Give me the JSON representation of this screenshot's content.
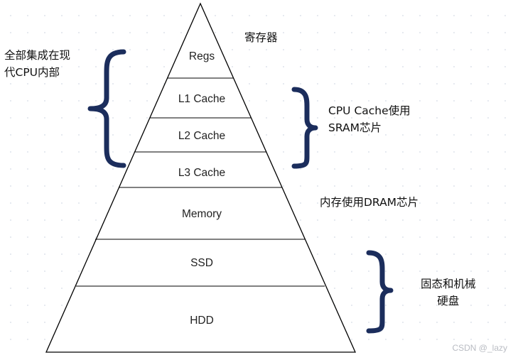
{
  "pyramid": {
    "layers": [
      {
        "id": "regs",
        "label": "Regs"
      },
      {
        "id": "l1",
        "label": "L1 Cache"
      },
      {
        "id": "l2",
        "label": "L2 Cache"
      },
      {
        "id": "l3",
        "label": "L3 Cache"
      },
      {
        "id": "memory",
        "label": "Memory"
      },
      {
        "id": "ssd",
        "label": "SSD"
      },
      {
        "id": "hdd",
        "label": "HDD"
      }
    ]
  },
  "annotations": {
    "top_left": {
      "line1": "全部集成在现",
      "line2": "代CPU内部"
    },
    "registers": "寄存器",
    "cpu_cache": {
      "line1": "CPU Cache使用",
      "line2": "SRAM芯片"
    },
    "memory": "内存使用DRAM芯片",
    "storage": {
      "line1": "固态和机械",
      "line2": "硬盘"
    }
  },
  "colors": {
    "brace": "#1b2d5c",
    "outline": "#000000",
    "fill": "#ffffff"
  },
  "watermark": "CSDN @_lazy"
}
